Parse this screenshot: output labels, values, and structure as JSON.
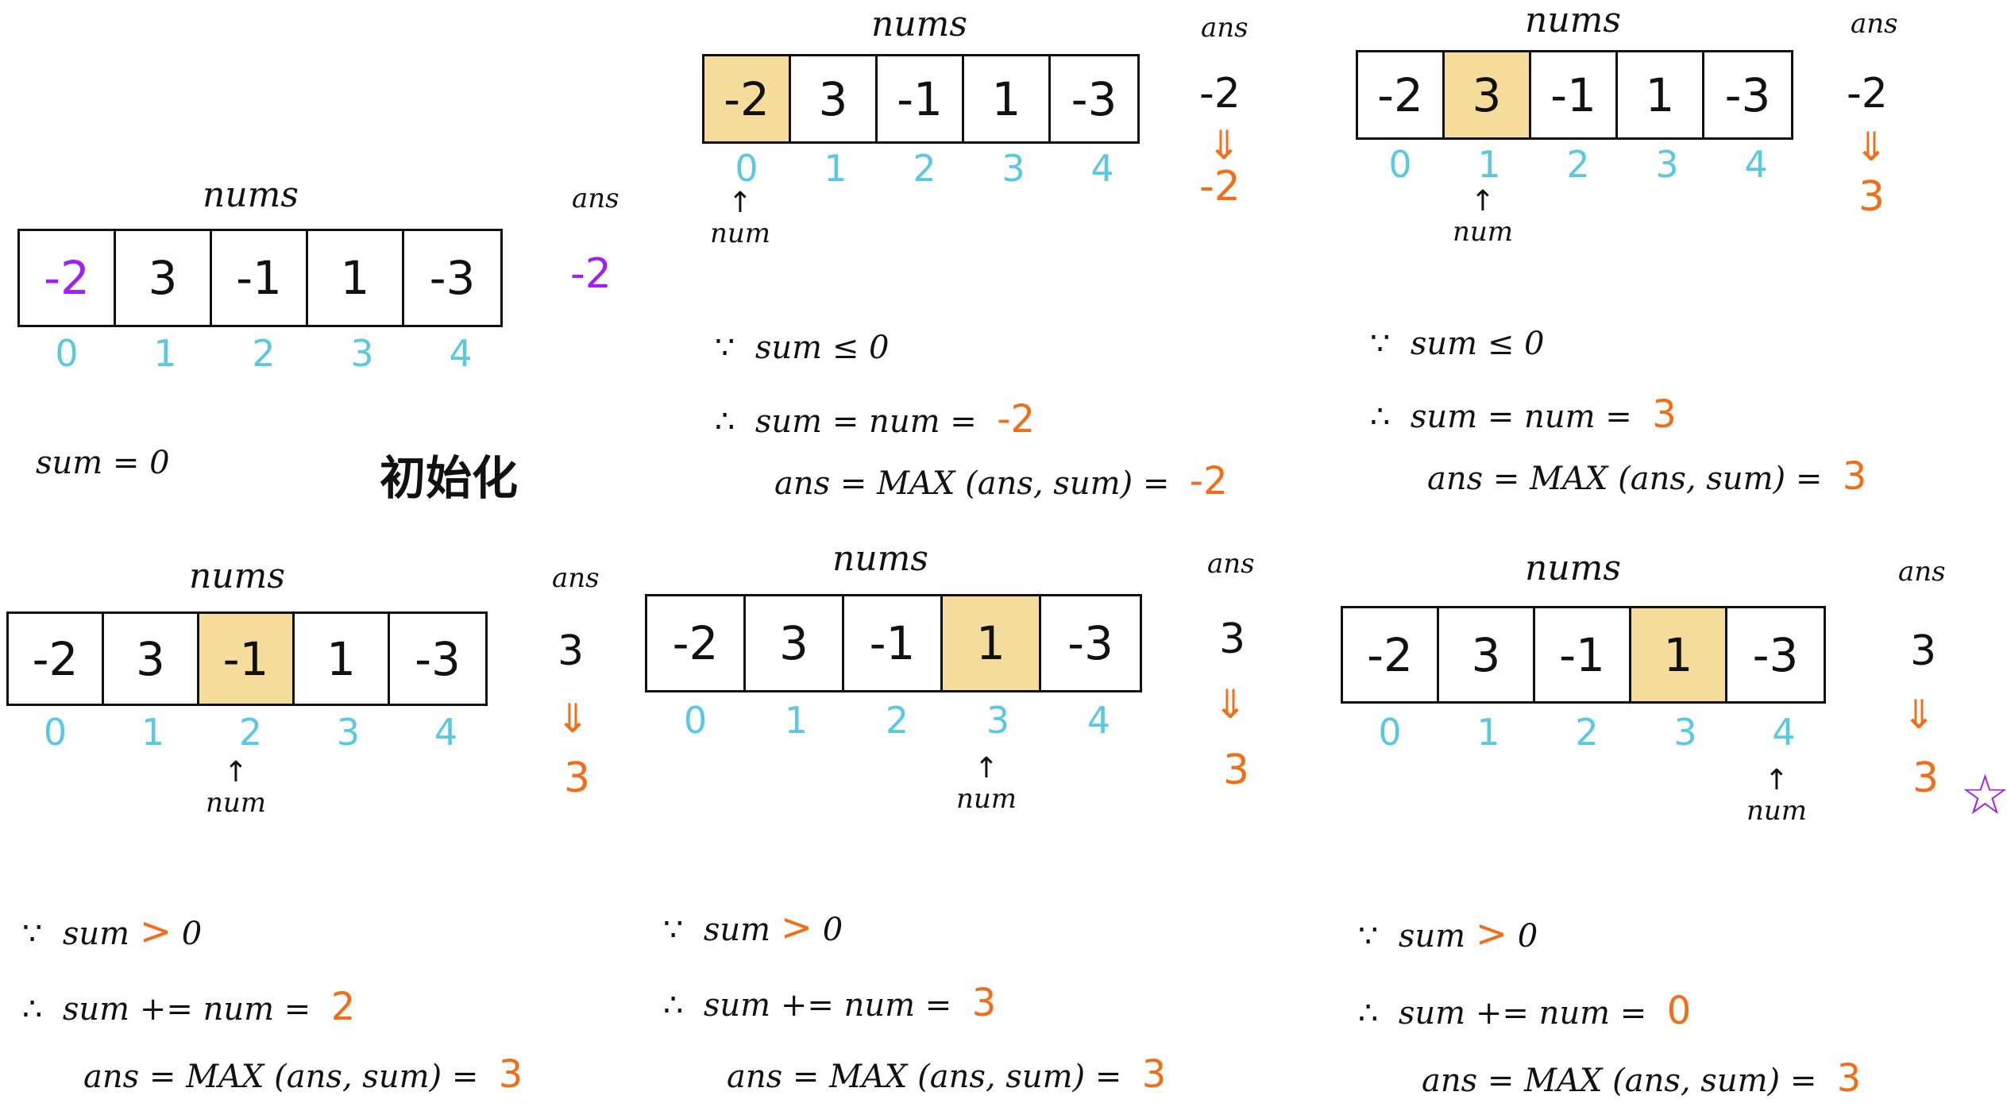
{
  "labels": {
    "nums": "nums",
    "ans": "ans",
    "num": "num",
    "up_arrow": "↑",
    "down_arrow": "⇓"
  },
  "array": [
    "-2",
    "3",
    "-1",
    "1",
    "-3"
  ],
  "indices": [
    "0",
    "1",
    "2",
    "3",
    "4"
  ],
  "step0": {
    "ans": "-2",
    "sum_init": "sum = 0",
    "note": "初始化"
  },
  "step1": {
    "ans_before": "-2",
    "ans_after": "-2",
    "cond_prefix": "∵",
    "cond": "sum ≤ 0",
    "assign_prefix": "∴",
    "assign": "sum = num =",
    "assign_val": "-2",
    "ans_expr": "ans = MAX (ans, sum) =",
    "ans_val": "-2"
  },
  "step2": {
    "ans_before": "-2",
    "ans_after": "3",
    "cond_prefix": "∵",
    "cond": "sum ≤ 0",
    "assign_prefix": "∴",
    "assign": "sum = num =",
    "assign_val": "3",
    "ans_expr": "ans = MAX (ans, sum) =",
    "ans_val": "3"
  },
  "step3": {
    "ans_before": "3",
    "ans_after": "3",
    "cond_prefix": "∵",
    "cond_a": "sum",
    "cond_op": ">",
    "cond_b": "0",
    "assign_prefix": "∴",
    "assign": "sum += num =",
    "assign_val": "2",
    "ans_expr": "ans = MAX (ans, sum) =",
    "ans_val": "3"
  },
  "step4": {
    "ans_before": "3",
    "ans_after": "3",
    "cond_prefix": "∵",
    "cond_a": "sum",
    "cond_op": ">",
    "cond_b": "0",
    "assign_prefix": "∴",
    "assign": "sum += num =",
    "assign_val": "3",
    "ans_expr": "ans = MAX (ans, sum) =",
    "ans_val": "3"
  },
  "step5": {
    "ans_before": "3",
    "ans_after": "3",
    "star": "☆",
    "cond_prefix": "∵",
    "cond_a": "sum",
    "cond_op": ">",
    "cond_b": "0",
    "assign_prefix": "∴",
    "assign": "sum += num =",
    "assign_val": "0",
    "ans_expr": "ans = MAX (ans, sum) =",
    "ans_val": "3"
  },
  "colors": {
    "highlight": "#f6dc9b",
    "index": "#5bc8e2",
    "orange": "#f26d18",
    "purple": "#a020f0"
  }
}
